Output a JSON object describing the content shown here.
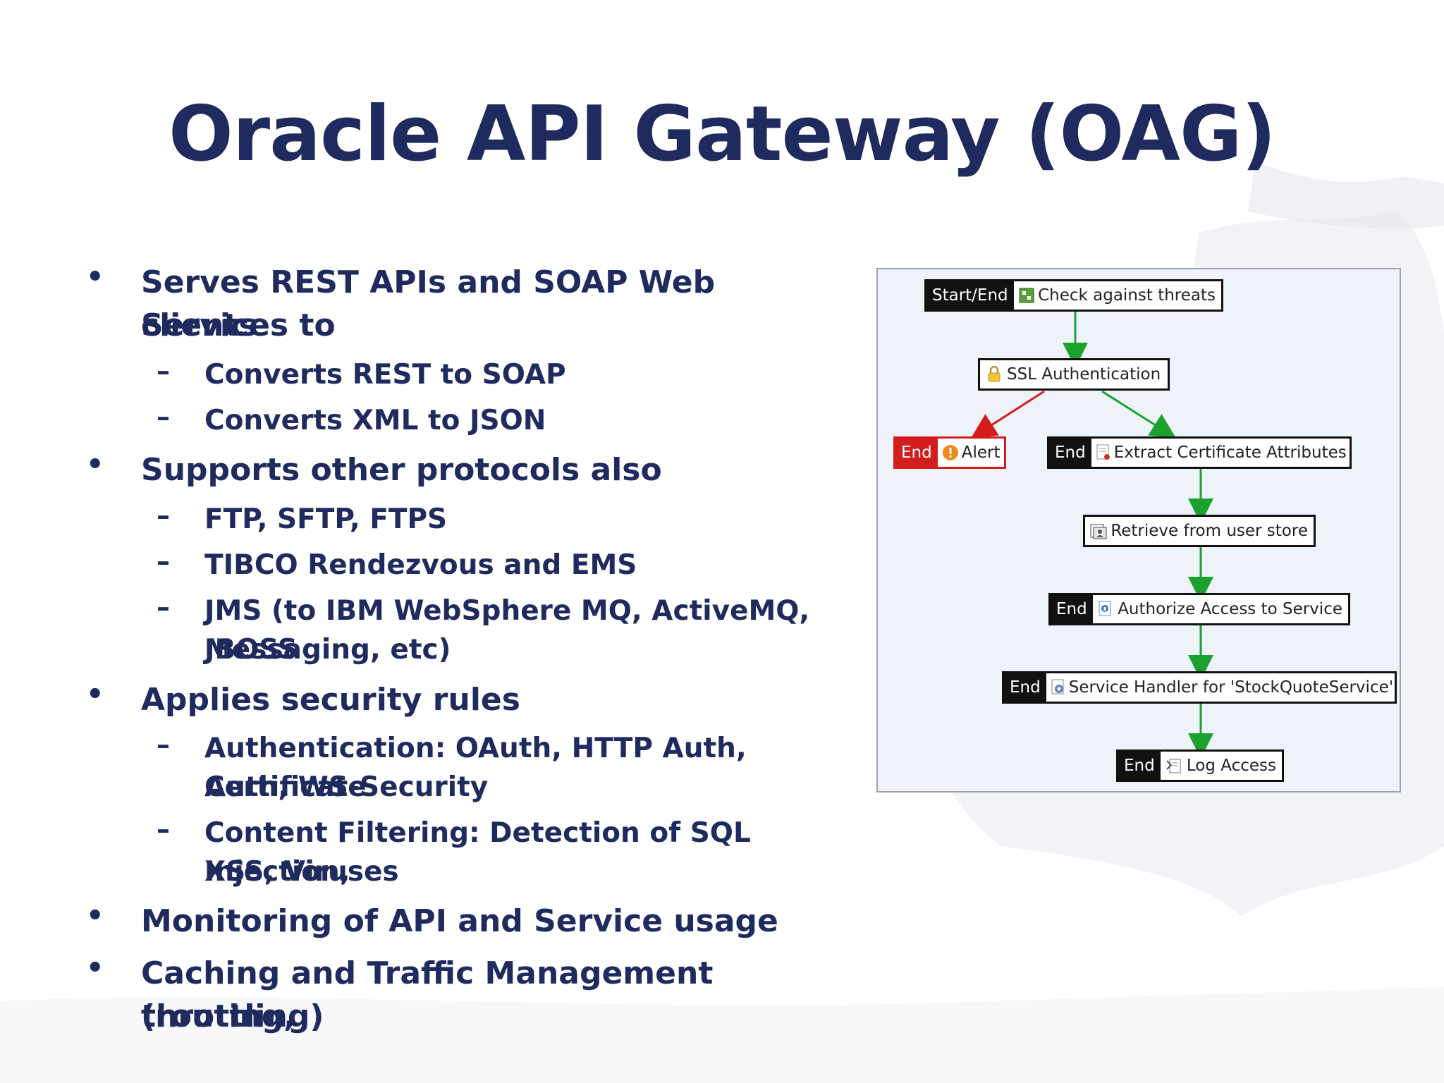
{
  "slide": {
    "title": "Oracle API Gateway (OAG)"
  },
  "bullets": {
    "b1": "Serves REST APIs and SOAP Web Services to",
    "b1_cont": "clients",
    "b1_s1": "Converts REST to SOAP",
    "b1_s2": "Converts XML to JSON",
    "b2": "Supports other protocols also",
    "b2_s1": "FTP, SFTP, FTPS",
    "b2_s2": "TIBCO Rendezvous and EMS",
    "b2_s3": "JMS (to IBM WebSphere MQ, ActiveMQ, JBOSS",
    "b2_s3_cont": "Messaging, etc)",
    "b3": "Applies security rules",
    "b3_s1": "Authentication: OAuth, HTTP Auth, Certificate",
    "b3_s1_cont": "Auth, WS-Security",
    "b3_s2": "Content Filtering: Detection of SQL Injection,",
    "b3_s2_cont": "XSS, Viruses",
    "b4": "Monitoring of API and Service usage",
    "b5": "Caching and Traffic Management (routing,",
    "b5_cont": "throttling)",
    "bullet_symbol": "•",
    "dash_symbol": "–"
  },
  "policy_flow": {
    "n1": {
      "tag": "Start/End",
      "icon": "threat-check-icon",
      "label": "Check against threats"
    },
    "n2": {
      "icon": "lock-icon",
      "label": "SSL Authentication"
    },
    "n3": {
      "tag": "End",
      "icon": "alert-icon",
      "label": "Alert"
    },
    "n4": {
      "tag": "End",
      "icon": "certificate-icon",
      "label": "Extract Certificate Attributes"
    },
    "n5": {
      "icon": "user-store-icon",
      "label": "Retrieve from user store"
    },
    "n6": {
      "tag": "End",
      "icon": "authorize-icon",
      "label": "Authorize Access to Service"
    },
    "n7": {
      "tag": "End",
      "icon": "service-handler-icon",
      "label": "Service Handler for 'StockQuoteService'"
    },
    "n8": {
      "tag": "End",
      "icon": "log-icon",
      "label": "Log Access"
    },
    "colors": {
      "success": "#1aa12e",
      "failure": "#d41c1c",
      "end_tag": "#111111"
    }
  }
}
